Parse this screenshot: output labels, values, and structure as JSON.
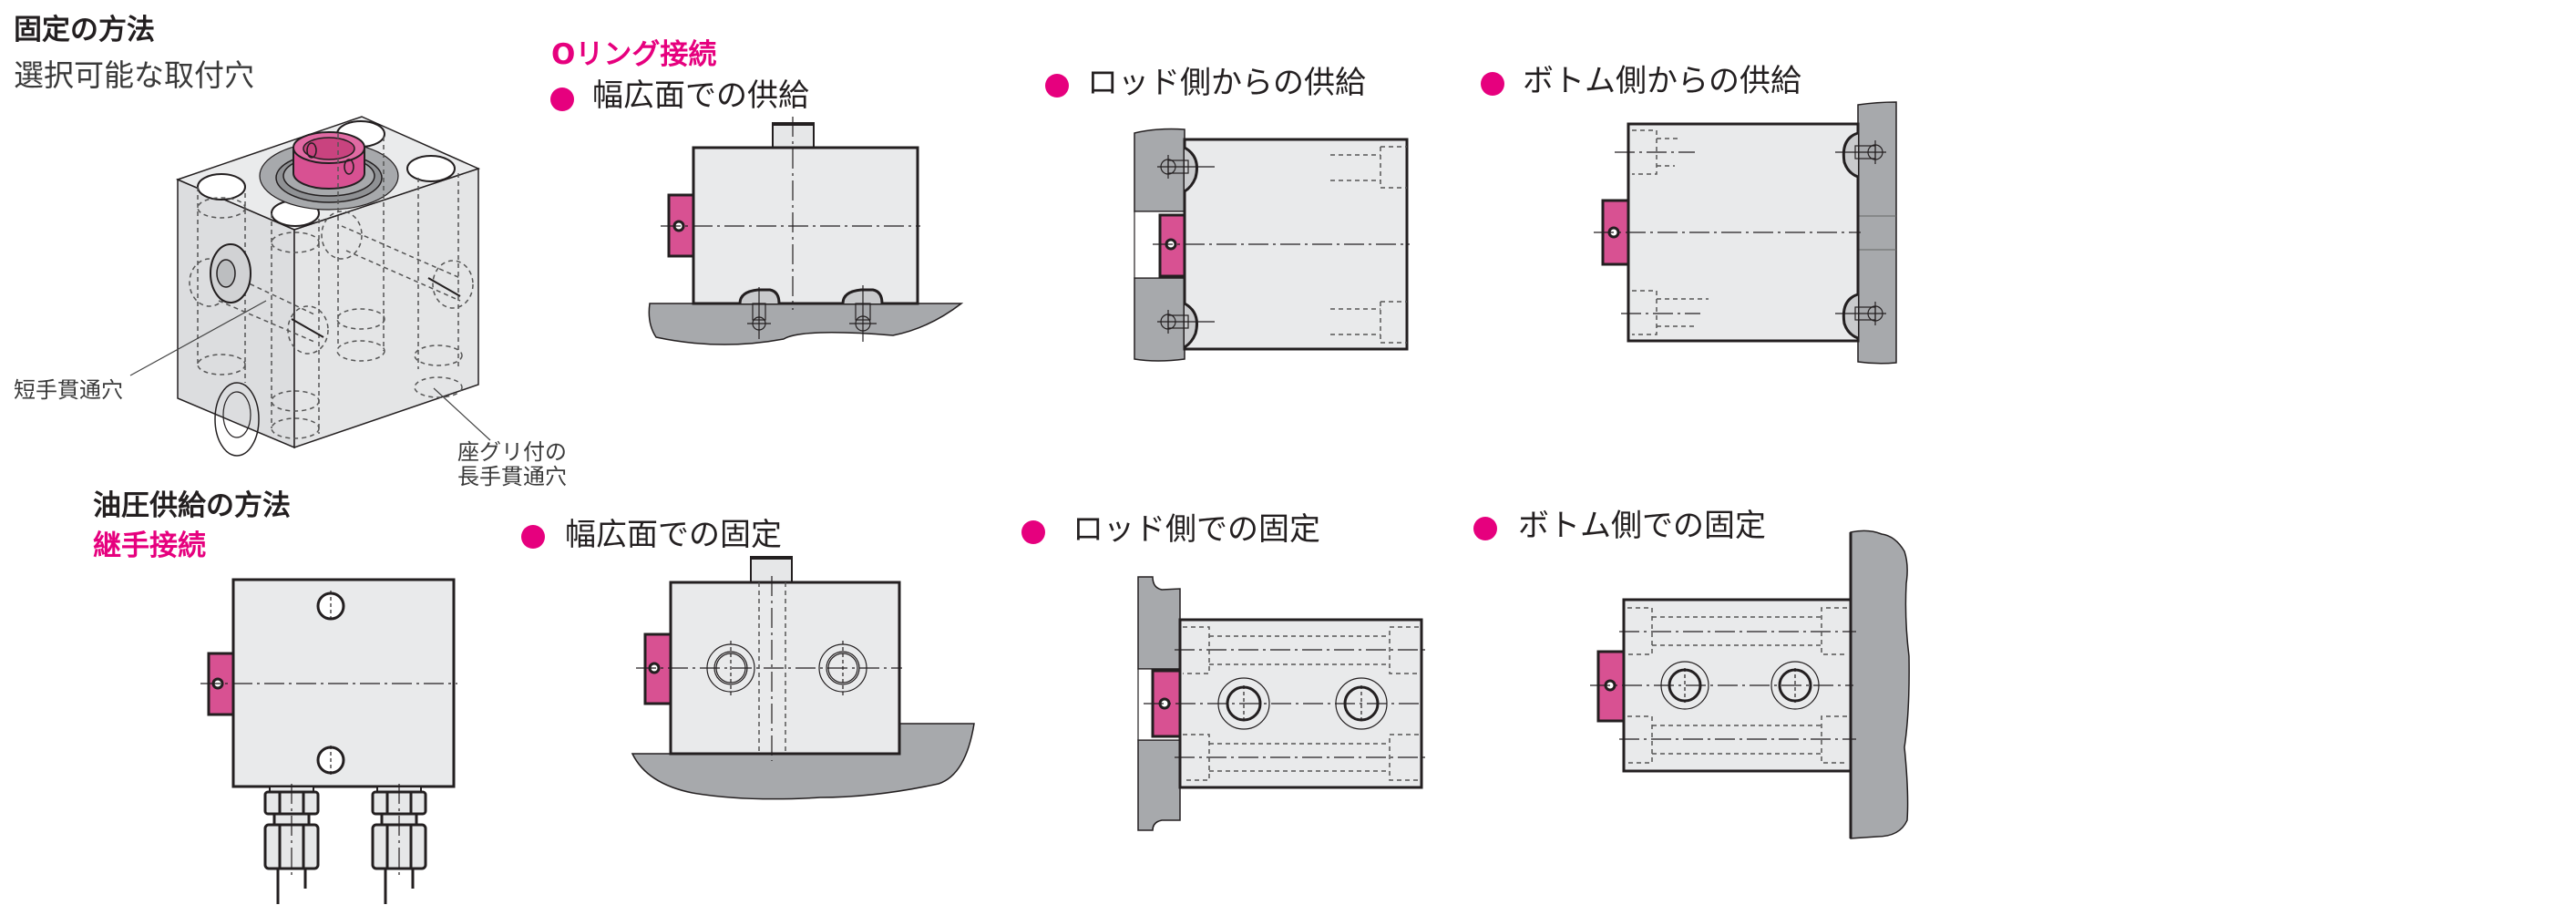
{
  "fixing": {
    "title": "固定の方法",
    "subtitle": "選択可能な取付穴",
    "labels": {
      "short_through_hole": "短手貫通穴",
      "counterbore_line1": "座グリ付の",
      "counterbore_line2": "長手貫通穴"
    }
  },
  "supply": {
    "title": "油圧供給の方法",
    "fitting_connection": "継手接続",
    "oring_connection": "Oリング接続"
  },
  "top_row": [
    {
      "title": "幅広面での供給"
    },
    {
      "title": "ロッド側からの供給"
    },
    {
      "title": "ボトム側からの供給"
    }
  ],
  "bottom_row": [
    {
      "title": "幅広面での固定"
    },
    {
      "title": "ロッド側での固定"
    },
    {
      "title": "ボトム側での固定"
    }
  ],
  "colors": {
    "accent": "#e6007e",
    "part_fill": "#d85192",
    "block_fill": "#e6e7e8",
    "mount_fill": "#a7a9ac"
  }
}
